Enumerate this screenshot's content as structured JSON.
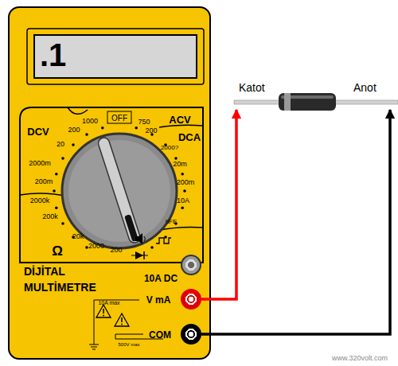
{
  "diagram": {
    "nodes": [
      {
        "text": [
          "DİJİTAL MULTİMETRE"
        ]
      },
      {
        "text": [
          ".1"
        ],
        "in": 0
      },
      {
        "text": [
          "10A DC"
        ],
        "in": 0
      },
      {
        "text": [
          "V mA"
        ],
        "in": 0
      },
      {
        "text": [
          "COM"
        ],
        "in": 0
      },
      {
        "text": [
          "Katot",
          "Anot"
        ]
      }
    ],
    "edges": [
      {
        "from": 3,
        "to": 5,
        "arrow": "to"
      },
      {
        "from": 4,
        "to": 5,
        "arrow": "to"
      }
    ],
    "labels": [
      "OFF",
      "1000",
      "750",
      "ACV",
      "DCV",
      "200",
      "200",
      "20",
      "DCA",
      "2000?",
      "2000m",
      "20m",
      "200m",
      "200m",
      "2000k",
      "10A",
      "200k",
      "hFE",
      "20k",
      "2000",
      "200",
      "Ω",
      "10A max",
      "500V max",
      "www.320volt.com"
    ]
  }
}
